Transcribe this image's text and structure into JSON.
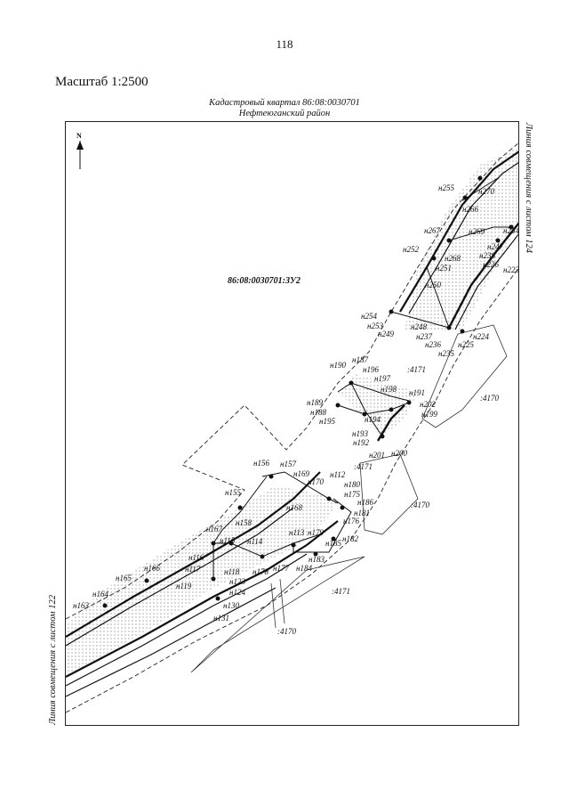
{
  "page_number": "118",
  "scale": "Масштаб 1:2500",
  "cadastral_block": "Кадастровый квартал 86:08:0030701",
  "district": "Нефтеюганский район",
  "match_line_left": "Линия совмещения с листом 122",
  "match_line_right": "Линия совмещения с листом 124",
  "north_arrow": "N",
  "zone_label": "86:08:0030701:ЗУ2",
  "parcel_labels": [
    ":4171",
    ":4170",
    ":4171",
    ":4170",
    ":4171",
    ":4170"
  ],
  "point_labels": [
    "н255",
    "н270",
    "н266",
    "н267",
    "н269",
    "н234",
    "н268",
    "н252",
    "н247",
    "н238",
    "н251",
    "н226",
    "н223",
    "н250",
    "н254",
    "н253",
    "н249",
    "н248",
    "н237",
    "н236",
    "н225",
    "н224",
    "н235",
    "н187",
    "н190",
    "н196",
    "н197",
    "н198",
    "н191",
    "н189",
    "н188",
    "н195",
    "н194",
    "н202",
    "н199",
    "н193",
    "н192",
    "н201",
    "н200",
    "н156",
    "н157",
    "н169",
    "н112",
    "н180",
    "н170",
    "н175",
    "н155",
    "н168",
    "н186",
    "н181",
    "н176",
    "н158",
    "н167",
    "н113",
    "н179",
    "н115",
    "н114",
    "н185",
    "н182",
    "н116",
    "н178",
    "н177",
    "н184",
    "н183",
    "н117",
    "н118",
    "н165",
    "н166",
    "н164",
    "н123",
    "н119",
    "н124",
    "н163",
    "н130",
    "н131"
  ],
  "colors": {
    "ink": "#111111",
    "zone_fill": "#e4e4e4"
  }
}
